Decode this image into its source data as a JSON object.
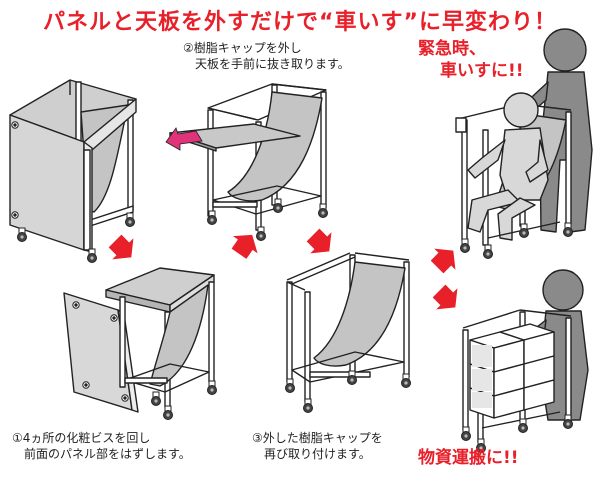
{
  "header": {
    "title": "パネルと天板を外すだけで“車いす”に早変わり！"
  },
  "steps": [
    {
      "caption_lines": [
        "①4ヵ所の化粧ビスを回し",
        "前面のパネル部をはずします。"
      ]
    },
    {
      "caption_lines": [
        "②樹脂キャップを外し",
        "天板を手前に抜き取ります。"
      ]
    },
    {
      "caption_lines": [
        "③外した樹脂キャップを",
        "再び取り付けます。"
      ]
    }
  ],
  "callouts": {
    "emergency_lines": [
      "緊急時、",
      "車いすに!!"
    ],
    "transport": "物資運搬に!!"
  },
  "colors": {
    "accent": "#e8202a",
    "panel": "#d4d4d4",
    "frame": "#ffffff",
    "outline": "#222222",
    "arrow_magenta": "#e0337a"
  }
}
